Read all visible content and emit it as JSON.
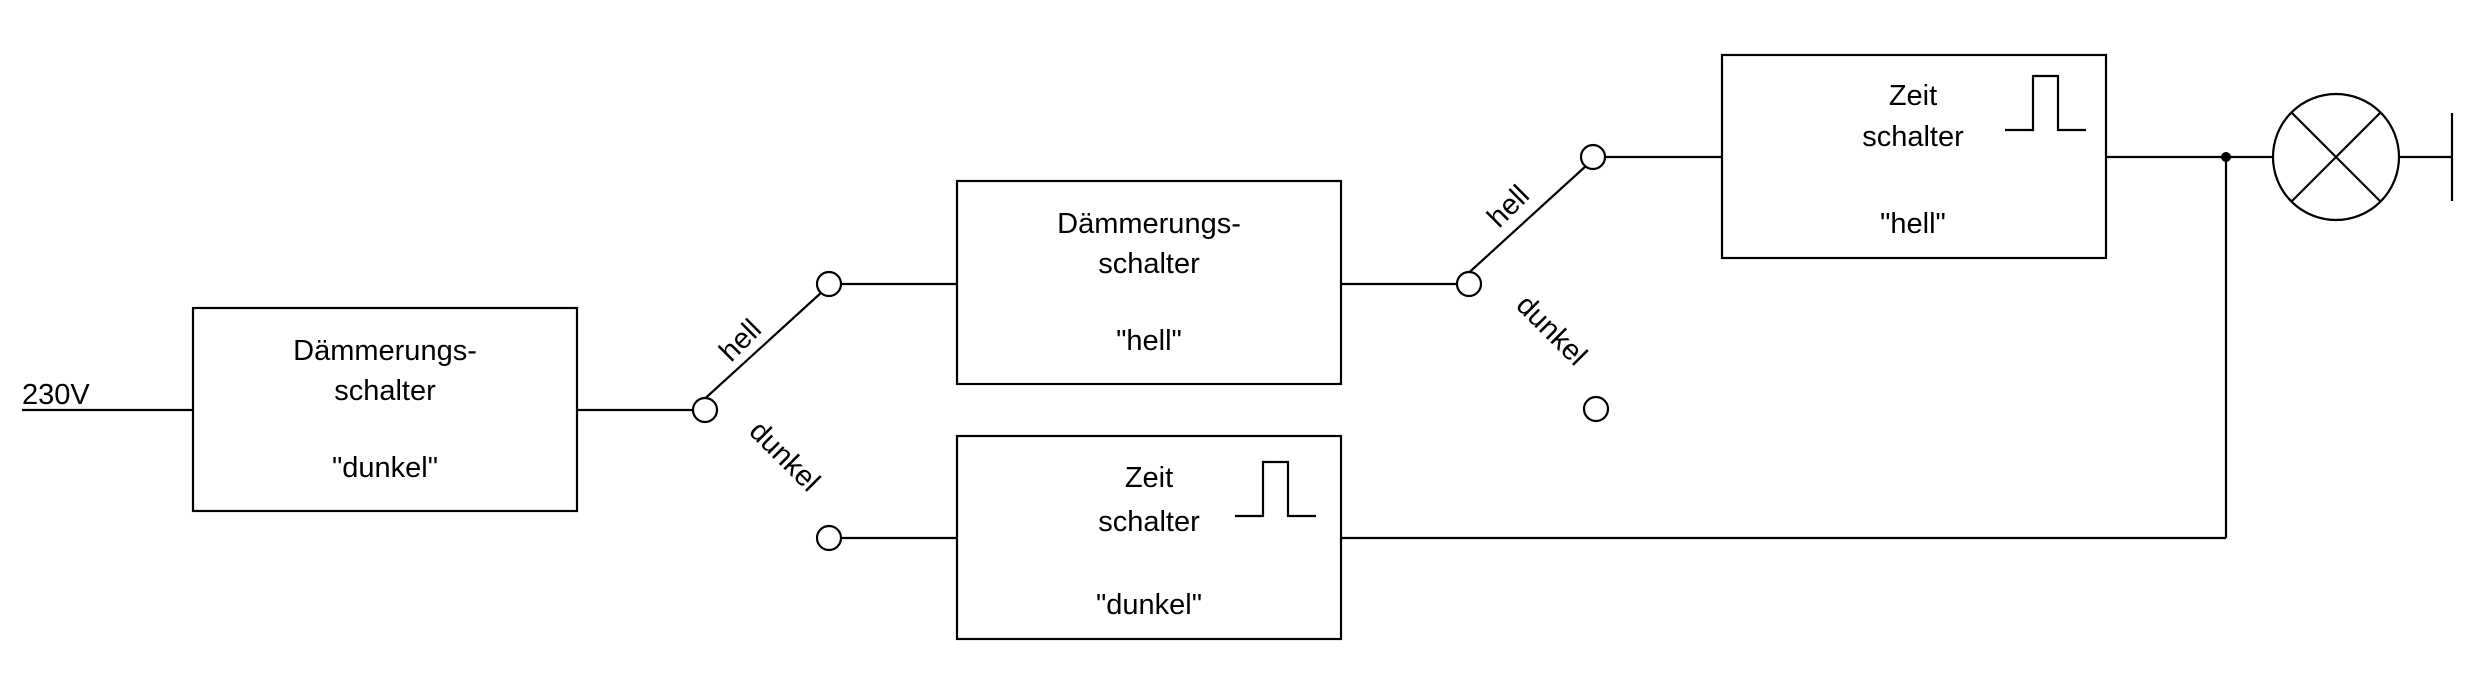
{
  "supply": {
    "label": "230V"
  },
  "block1": {
    "line1": "Dämmerungs-",
    "line2": "schalter",
    "mode": "\"dunkel\""
  },
  "switch1": {
    "pos_a": "hell",
    "pos_b": "dunkel"
  },
  "block2": {
    "line1": "Dämmerungs-",
    "line2": "schalter",
    "mode": "\"hell\""
  },
  "block3": {
    "line1": "Zeit",
    "line2": "schalter",
    "mode": "\"dunkel\""
  },
  "switch2": {
    "pos_a": "hell",
    "pos_b": "dunkel"
  },
  "block4": {
    "line1": "Zeit",
    "line2": "schalter",
    "mode": "\"hell\""
  }
}
